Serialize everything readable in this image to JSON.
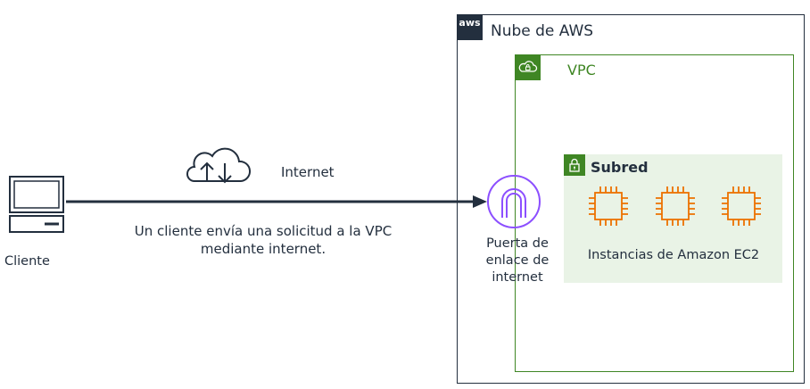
{
  "aws_cloud": {
    "logo_text": "aws",
    "title": "Nube de AWS"
  },
  "vpc": {
    "title": "VPC"
  },
  "subnet": {
    "title": "Subred",
    "instances_label": "Instancias de Amazon EC2",
    "instance_count": 3
  },
  "gateway": {
    "label": "Puerta de enlace de internet"
  },
  "client": {
    "label": "Cliente"
  },
  "internet": {
    "label": "Internet",
    "description": "Un cliente envía una solicitud a la VPC mediante internet."
  },
  "colors": {
    "dark": "#232f3e",
    "vpc_green": "#3f8624",
    "subnet_bg": "#e9f3e6",
    "gateway_purple": "#8c4fff",
    "ec2_orange": "#ed7100"
  },
  "icons": [
    "client-laptop-icon",
    "internet-cloud-icon",
    "aws-logo-icon",
    "vpc-cloud-lock-icon",
    "subnet-lock-icon",
    "internet-gateway-icon",
    "ec2-instance-icon"
  ]
}
